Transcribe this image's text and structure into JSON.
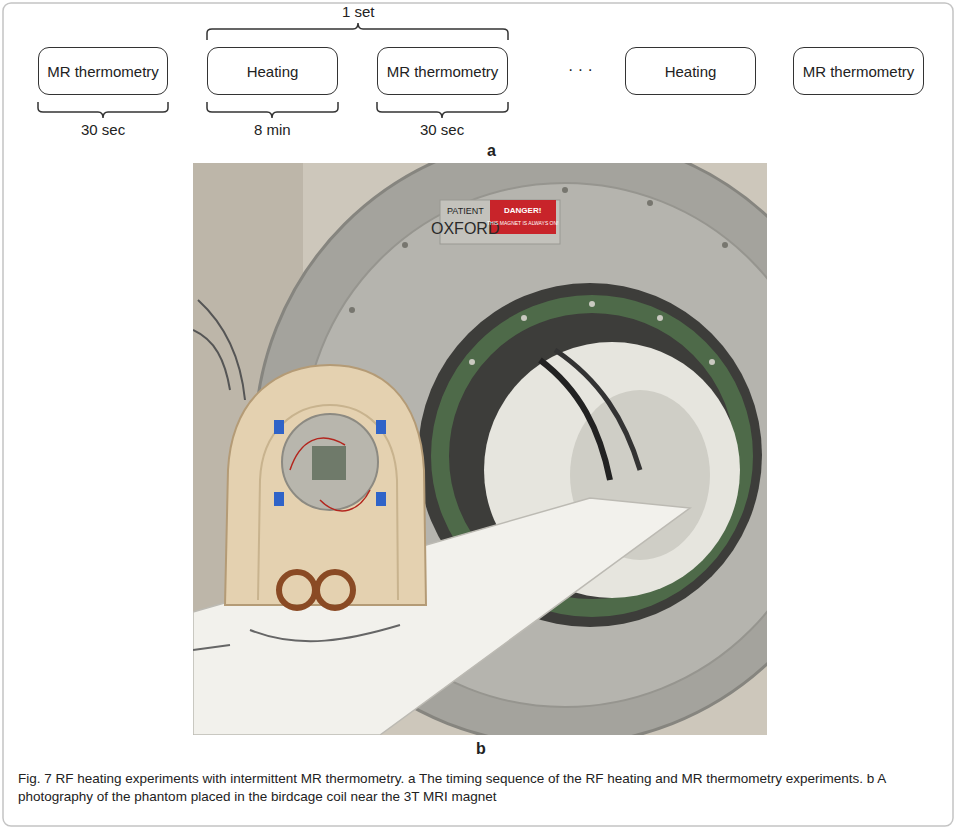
{
  "diagram": {
    "caption": "Fig. 7 RF heating experiments with intermittent MR thermometry. a The timing sequence of the RF heating and MR thermometry experiments. b A photography of the phantom placed in the birdcage coil near the 3T MRI magnet",
    "nodes": [
      {
        "text": [
          "MR thermometry"
        ]
      },
      {
        "text": [
          "Heating"
        ]
      },
      {
        "text": [
          "MR thermometry"
        ]
      },
      {
        "text": [
          "Heating"
        ]
      },
      {
        "text": [
          "MR thermometry"
        ]
      }
    ],
    "labels": [
      "1 set",
      "30 sec",
      "8 min",
      "30 sec",
      "· · ·",
      "a",
      "PATIENT",
      "OXFORD",
      "DANGER!",
      "THIS MAGNET IS ALWAYS ON!",
      "b"
    ]
  }
}
